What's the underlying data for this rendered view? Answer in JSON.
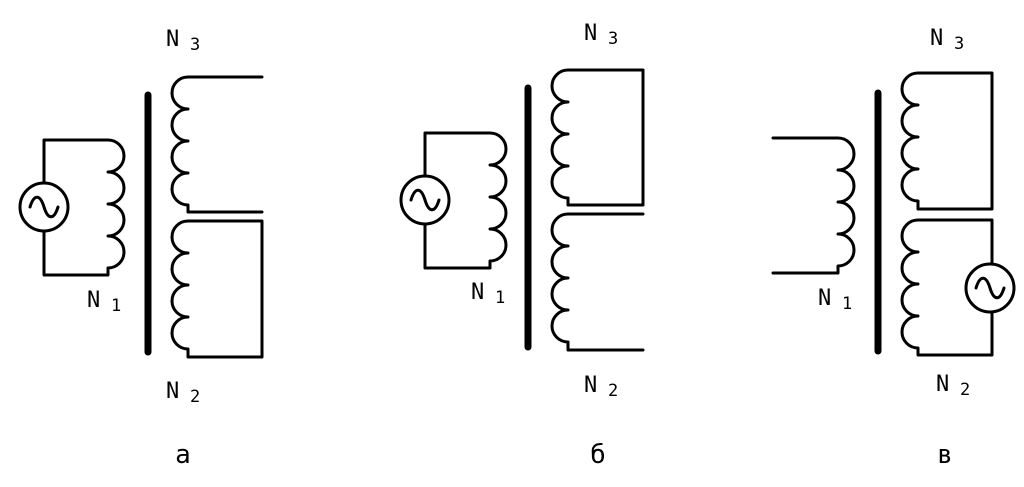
{
  "panels": [
    {
      "caption": "а",
      "labels": {
        "n1": {
          "letter": "N",
          "index": "1"
        },
        "n2": {
          "letter": "N",
          "index": "2"
        },
        "n3": {
          "letter": "N",
          "index": "3"
        }
      }
    },
    {
      "caption": "б",
      "labels": {
        "n1": {
          "letter": "N",
          "index": "1"
        },
        "n2": {
          "letter": "N",
          "index": "2"
        },
        "n3": {
          "letter": "N",
          "index": "3"
        }
      }
    },
    {
      "caption": "в",
      "labels": {
        "n1": {
          "letter": "N",
          "index": "1"
        },
        "n2": {
          "letter": "N",
          "index": "2"
        },
        "n3": {
          "letter": "N",
          "index": "3"
        }
      }
    }
  ]
}
